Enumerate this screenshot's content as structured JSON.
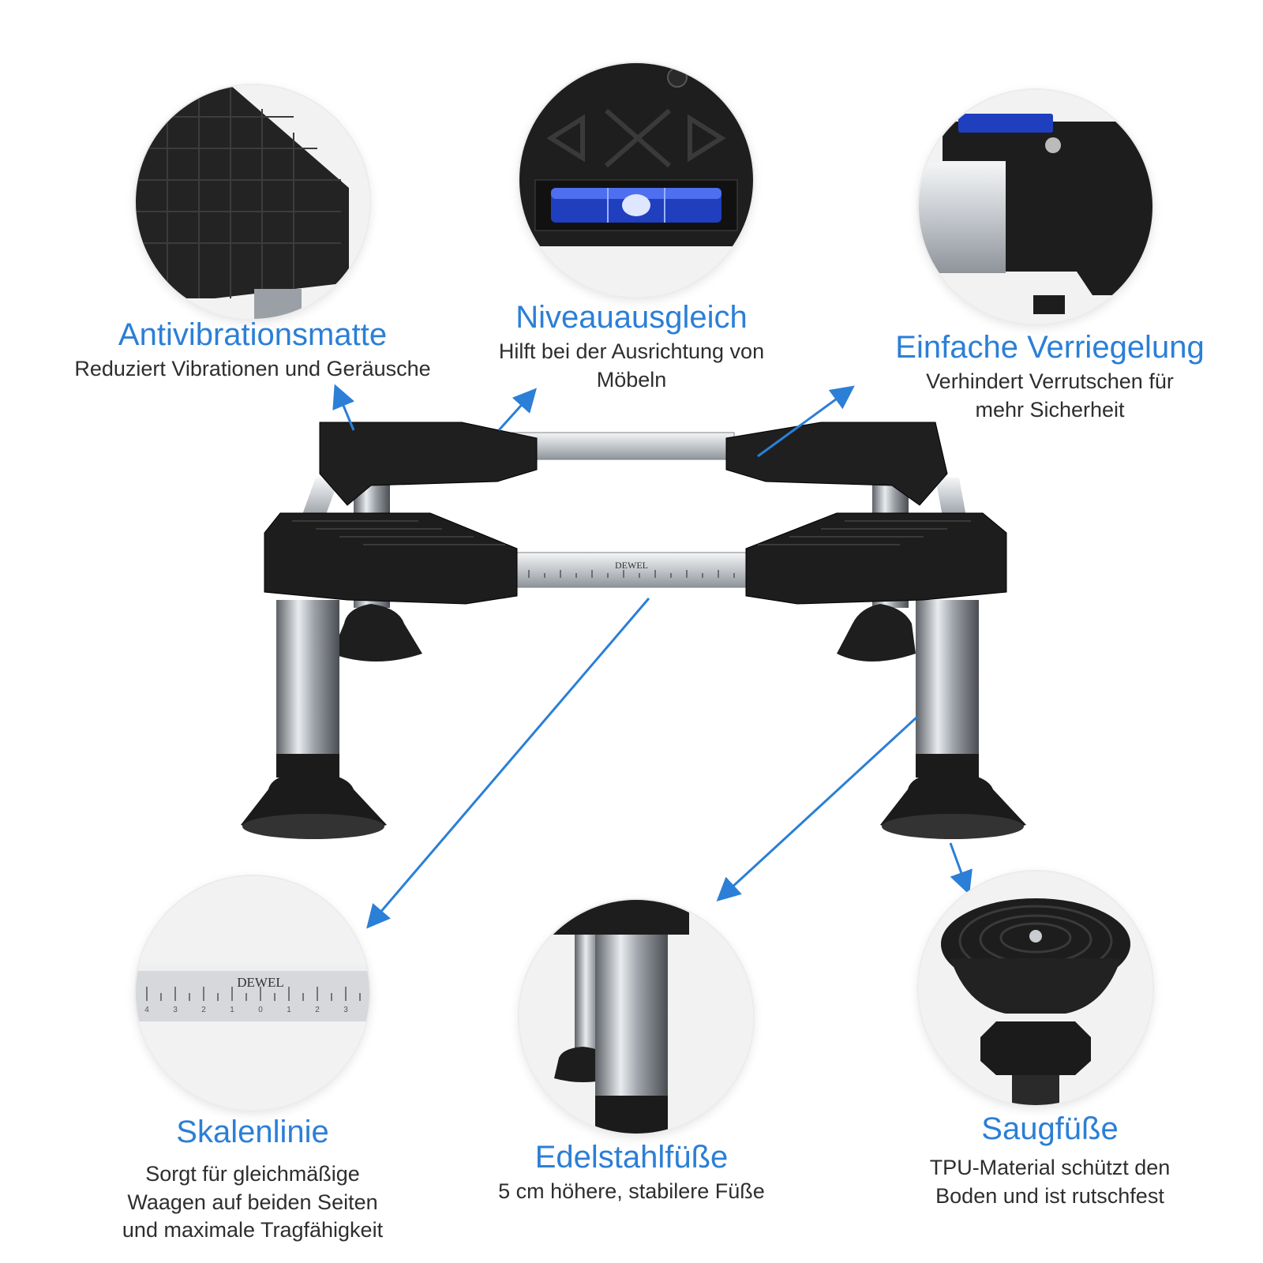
{
  "colors": {
    "accent": "#2b7fd6",
    "body_text": "#2e2e2e",
    "product_black": "#1f1f1f",
    "steel": "#c9ccd0"
  },
  "product_marking": "DEWEL",
  "features": {
    "antivibration": {
      "title": "Antivibrationsmatte",
      "desc": [
        "Reduziert Vibrationen und Geräusche"
      ]
    },
    "leveling": {
      "title": "Niveauausgleich",
      "desc": [
        "Hilft bei der Ausrichtung von",
        "Möbeln"
      ]
    },
    "locking": {
      "title": "Einfache Verriegelung",
      "desc": [
        "Verhindert Verrutschen für",
        "mehr Sicherheit"
      ]
    },
    "scale": {
      "title": "Skalenlinie",
      "desc": [
        "Sorgt für gleichmäßige",
        "Waagen auf beiden Seiten",
        "und maximale Tragfähigkeit"
      ]
    },
    "steel_feet": {
      "title": "Edelstahlfüße",
      "desc": [
        "5 cm höhere, stabilere Füße"
      ]
    },
    "suction_feet": {
      "title": "Saugfüße",
      "desc": [
        "TPU-Material schützt den",
        "Boden und ist rutschfest"
      ]
    }
  },
  "scale_ticks": [
    "4",
    "3",
    "2",
    "1",
    "0",
    "1",
    "2",
    "3"
  ]
}
